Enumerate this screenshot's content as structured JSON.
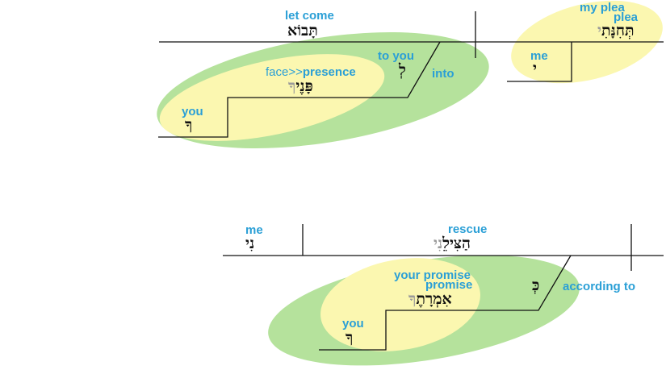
{
  "colors": {
    "gloss": "#2a9fd6",
    "hebrew": "#111111",
    "line": "#111111",
    "outer_ellipse": "#b5e29c",
    "inner_ellipse": "#fbf7b0"
  },
  "top": {
    "verb_gloss": "let come",
    "verb_hebrew": "תָּבוֹא",
    "subject_gloss_1": "my plea",
    "subject_gloss_2": "plea",
    "subject_hebrew_main": "תְּחִנָּתִ",
    "subject_hebrew_suffix": "י",
    "suffix_gloss": "me",
    "suffix_hebrew": "י",
    "prep_into_gloss": "into",
    "prep_to_gloss": "to you",
    "prep_hebrew": "לְ",
    "object_gloss_prefix": "face>>",
    "object_gloss_main": "presence",
    "object_hebrew_main": "פָּנֶי",
    "object_hebrew_suffix": "ךָ",
    "object_suffix_gloss": "you",
    "object_suffix_hebrew": "ךָ"
  },
  "bottom": {
    "object_gloss": "me",
    "object_hebrew": "נִי",
    "verb_gloss": "rescue",
    "verb_hebrew_main": "הַצִּילֵ",
    "verb_hebrew_suffix": "נִי",
    "prep_gloss": "according to",
    "prep_hebrew": "כְּ",
    "pobj_gloss_1": "your promise",
    "pobj_gloss_2": "promise",
    "pobj_hebrew_main": "אִמְרָתֶ",
    "pobj_hebrew_suffix": "ךָ",
    "pobj_suffix_gloss": "you",
    "pobj_suffix_hebrew": "ךָ"
  }
}
